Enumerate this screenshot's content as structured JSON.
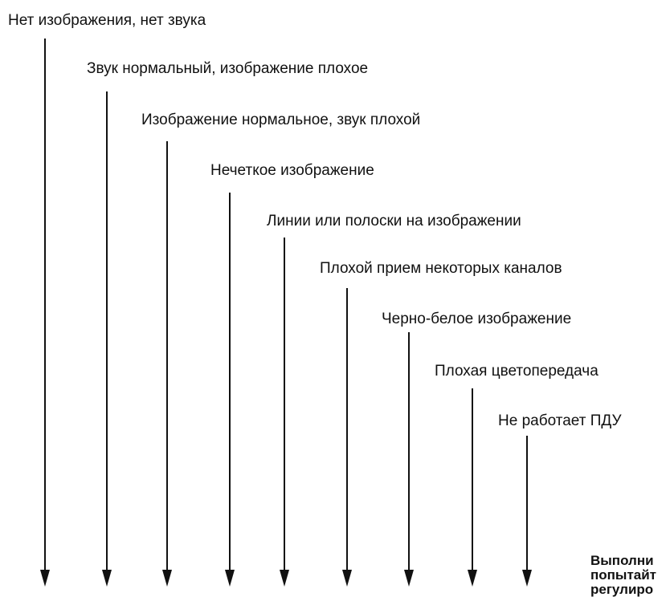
{
  "symptoms": [
    "Нет изображения, нет звука",
    "Звук нормальный, изображение плохое",
    "Изображение нормальное, звук плохой",
    "Нечеткое изображение",
    "Линии или полоски на изображении",
    "Плохой прием некоторых каналов",
    "Черно-белое изображение",
    "Плохая цветопередача",
    "Не работает ПДУ"
  ],
  "note": {
    "lines": [
      "Выполни",
      "попытайт",
      "регулиро"
    ]
  },
  "colors": {
    "ink": "#111111",
    "background": "#ffffff"
  }
}
